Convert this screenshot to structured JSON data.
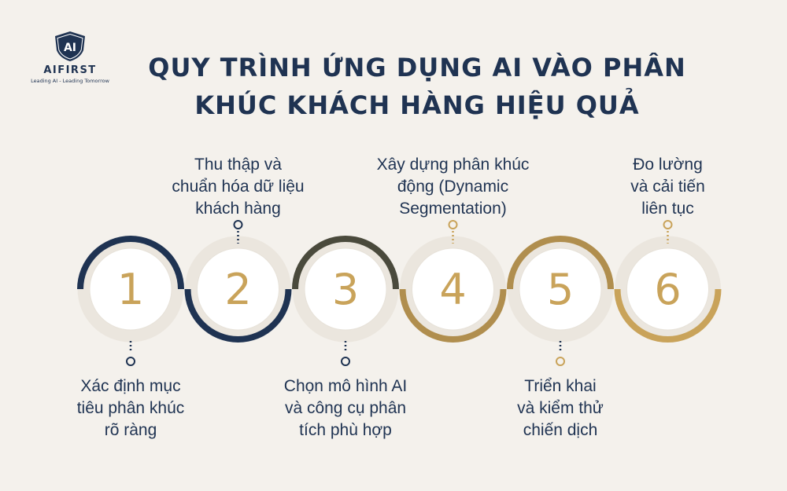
{
  "logo": {
    "mark": "AI",
    "brand": "AIFIRST",
    "tagline": "Leading AI - Leading Tomorrow"
  },
  "title": {
    "line1": "QUY TRÌNH ỨNG DỤNG AI VÀO PHÂN",
    "line2": "KHÚC KHÁCH HÀNG HIỆU QUẢ"
  },
  "colors": {
    "navy": "#1f3352",
    "gold": "#c9a35a",
    "ring_dark": "#4a4a3c",
    "ring_tan": "#b08e4e",
    "background": "#f4f1ec"
  },
  "steps": [
    {
      "number": "1",
      "label_lines": [
        "Xác định mục",
        "tiêu phân khúc",
        "rõ ràng"
      ]
    },
    {
      "number": "2",
      "label_lines": [
        "Thu thập và",
        "chuẩn hóa dữ liệu",
        "khách hàng"
      ]
    },
    {
      "number": "3",
      "label_lines": [
        "Chọn mô hình AI",
        "và công cụ phân",
        "tích phù hợp"
      ]
    },
    {
      "number": "4",
      "label_lines": [
        "Xây dựng phân khúc",
        "động (Dynamic",
        "Segmentation)"
      ]
    },
    {
      "number": "5",
      "label_lines": [
        "Triển khai",
        "và kiểm thử",
        "chiến dịch"
      ]
    },
    {
      "number": "6",
      "label_lines": [
        "Đo lường",
        "và cải tiến",
        "liên tục"
      ]
    }
  ]
}
